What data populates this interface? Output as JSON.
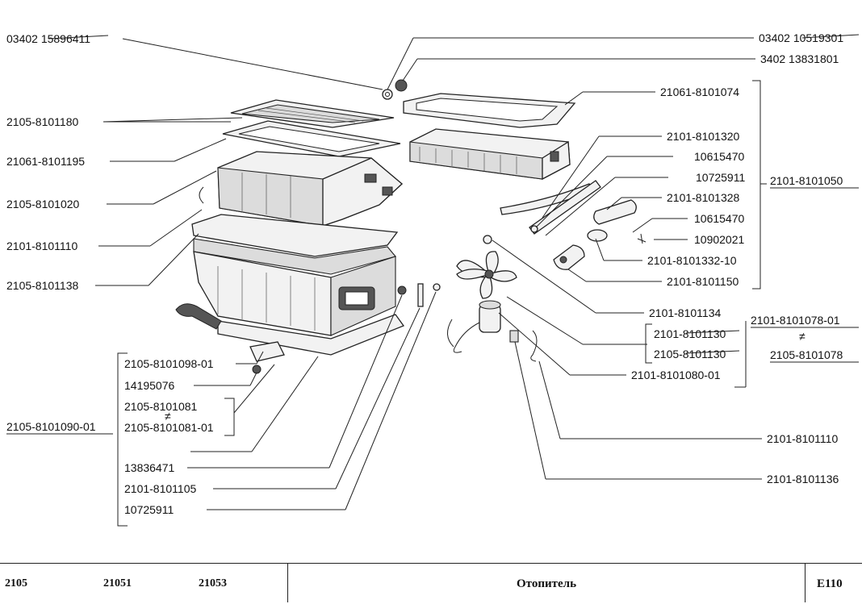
{
  "labels": {
    "p1": "03402 15896411",
    "p2": "03402 10519301",
    "p3": "3402 13831801",
    "p4": "21061-8101074",
    "p5": "2105-8101180",
    "p6": "21061-8101195",
    "p7": "2101-8101320",
    "p8": "10615470",
    "p9": "10725911",
    "p10": "2101-8101050",
    "p11": "2105-8101020",
    "p12": "2101-8101328",
    "p13": "10615470",
    "p14": "10902021",
    "p15": "2101-8101110",
    "p16": "2101-8101332-10",
    "p17": "2105-8101138",
    "p18": "2101-8101150",
    "p19": "2101-8101134",
    "p20": "2101-8101078-01",
    "p21": "≠",
    "p22": "2105-8101078",
    "p23": "2101-8101130",
    "p24": "2105-8101130",
    "p25": "2105-8101098-01",
    "p26": "2101-8101080-01",
    "p27": "14195076",
    "p28": "2105-8101081",
    "p29": "≠",
    "p30": "2105-8101081-01",
    "p31": "2105-8101090-01",
    "p32": "2101-8101110",
    "p33": "13836471",
    "p34": "2101-8101136",
    "p35": "2101-8101105",
    "p36": "10725911"
  },
  "footer": {
    "model1": "2105",
    "model2": "21051",
    "model3": "21053",
    "title": "Отопитель",
    "code": "E110"
  }
}
